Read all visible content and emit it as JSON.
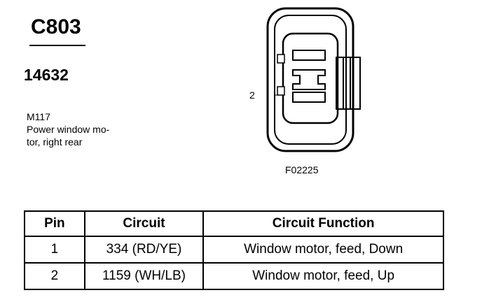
{
  "header": {
    "connector_id": "C803",
    "part_number": "14632",
    "component_code": "M117",
    "description_line1": "Power window mo-",
    "description_line2": "tor, right rear"
  },
  "diagram": {
    "pin_callout": "2",
    "figure_code": "F02225"
  },
  "table": {
    "headers": [
      "Pin",
      "Circuit",
      "Circuit Function"
    ],
    "rows": [
      {
        "pin": "1",
        "circuit": "334 (RD/YE)",
        "function": "Window motor, feed, Down"
      },
      {
        "pin": "2",
        "circuit": "1159 (WH/LB)",
        "function": "Window motor, feed, Up"
      }
    ]
  }
}
